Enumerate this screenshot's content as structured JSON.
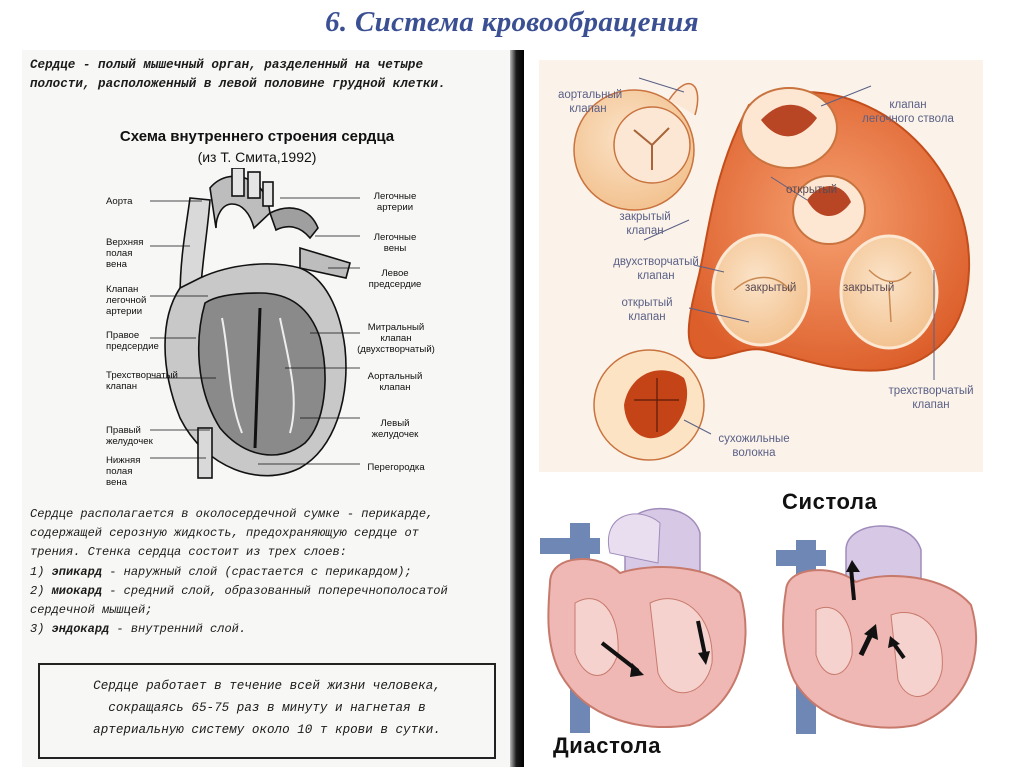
{
  "title": "6. Система кровообращения",
  "scan": {
    "intro_term": "Сердце",
    "intro_line1": " - полый мышечный орган, разделенный на четыре",
    "intro_line2": "полости, расположенный в левой половине грудной клетки.",
    "scheme_title": "Схема внутреннего строения сердца",
    "scheme_source": "(из Т. Смита,1992)",
    "left_labels": {
      "aorta": "Аорта",
      "svc": "Верхняя полая вена",
      "pulm_valve": "Клапан легочной артерии",
      "right_atrium": "Правое предсердие",
      "tricuspid": "Трехстворчатый клапан",
      "right_ventricle": "Правый желудочек",
      "ivc": "Нижняя полая вена"
    },
    "right_labels": {
      "pulm_arteries": "Легочные артерии",
      "pulm_veins": "Легочные вены",
      "left_atrium": "Левое предсердие",
      "mitral": "Митральный клапан (двухстворчатый)",
      "aortic": "Аортальный клапан",
      "left_ventricle": "Левый желудочек",
      "septum": "Перегородка"
    },
    "body_lines": [
      "Сердце располагается в околосердечной сумке - перикарде,",
      "содержащей серозную жидкость, предохраняющую сердце от",
      "трения. Стенка сердца состоит из трех слоев:"
    ],
    "layers": [
      {
        "num": "1)",
        "term": "эпикард",
        "desc": " - наружный слой (срастается с перикардом);"
      },
      {
        "num": "2)",
        "term": "миокард",
        "desc": " - средний слой, образованный поперечнополосатой"
      },
      {
        "num": "",
        "term": "",
        "desc": "сердечной мышцей;"
      },
      {
        "num": "3)",
        "term": "эндокард",
        "desc": " - внутренний слой."
      }
    ],
    "note_lines": [
      "Сердце работает в течение всей жизни человека,",
      "сокращаясь 65-75 раз в минуту и нагнетая в",
      "артериальную систему около 10 т крови в сутки."
    ]
  },
  "valves": {
    "aortic_valve": "аортальный клапан",
    "pulm_trunk_valve": "клапан легочного ствола",
    "open_inner": "открытый",
    "closed_valve": "закрытый клапан",
    "bicuspid": "двухстворчатый клапан",
    "open_valve": "открытый клапан",
    "closed_left": "закрытый",
    "closed_right": "закрытый",
    "tricuspid": "трехстворчатый клапан",
    "chordae": "сухожильные волокна"
  },
  "phases": {
    "systole": "Систола",
    "diastole": "Диастола"
  },
  "colors": {
    "title": "#3b4f93",
    "valve_label": "#5a5f86",
    "heart_orange": "#e2652c",
    "heart_pink": "#f0b8b4",
    "vessel_blue": "#6f87b4",
    "vessel_lilac": "#d7c9e6"
  }
}
